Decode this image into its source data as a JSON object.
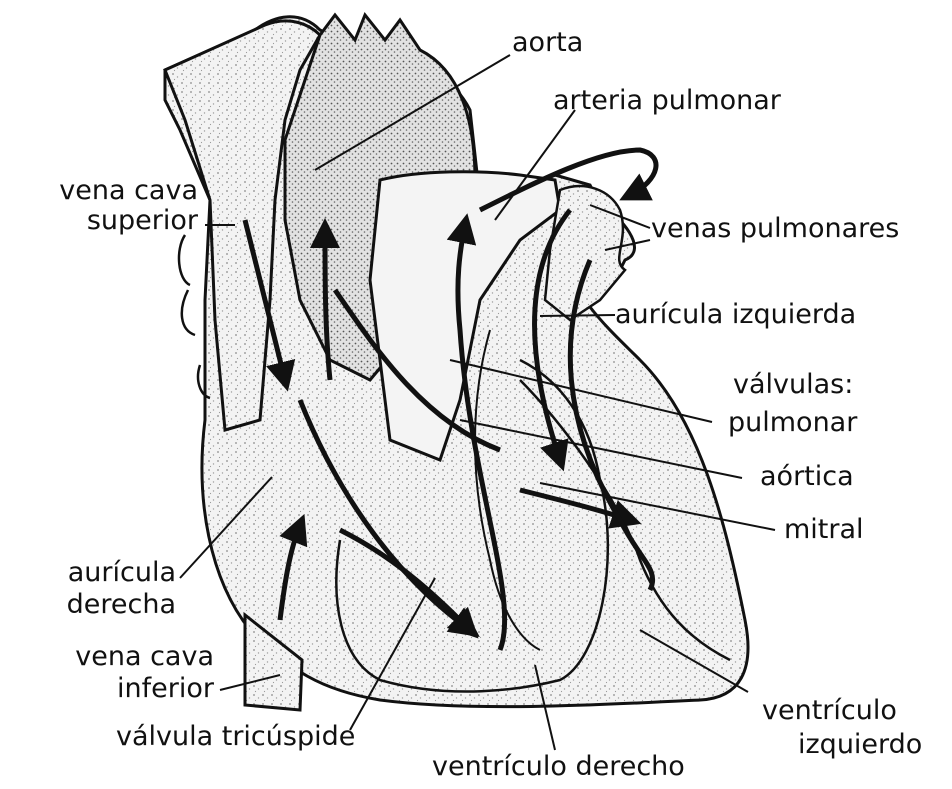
{
  "labels": {
    "aorta": "aorta",
    "arteria_pulmonar": "arteria pulmonar",
    "vena_cava_superior": [
      "vena cava",
      "superior"
    ],
    "venas_pulmonares": "venas pulmonares",
    "auricula_izquierda": "aurícula izquierda",
    "valvulas_title": "válvulas:",
    "valvula_pulmonar": "pulmonar",
    "valvula_aortica": "aórtica",
    "valvula_mitral": "mitral",
    "auricula_derecha": [
      "aurícula",
      "derecha"
    ],
    "vena_cava_inferior": [
      "vena cava",
      "inferior"
    ],
    "valvula_tricuspide": "válvula tricúspide",
    "ventriculo_derecho": "ventrículo derecho",
    "ventriculo_izquierdo": [
      "ventrículo",
      "izquierdo"
    ]
  },
  "colors": {
    "ink": "#111111",
    "stipple": "#d9d9d9",
    "background": "#ffffff"
  }
}
